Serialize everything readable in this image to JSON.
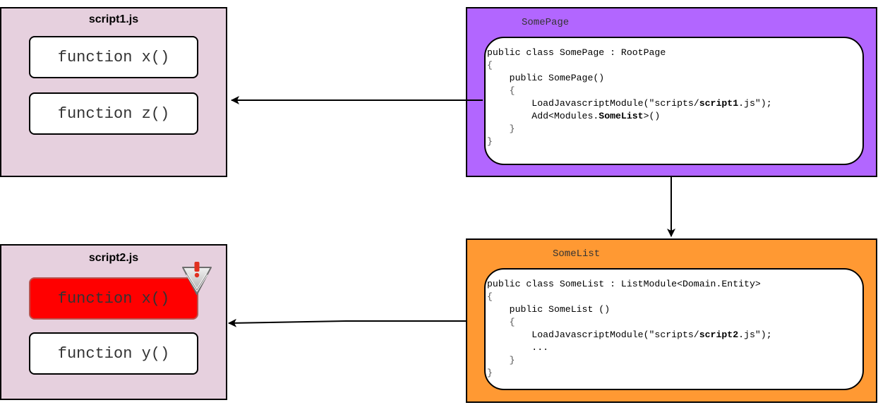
{
  "script1": {
    "title": "script1.js",
    "functions": [
      "function x()",
      "function z()"
    ]
  },
  "script2": {
    "title": "script2.js",
    "functions": [
      "function x()",
      "function y()"
    ],
    "error_function_index": 0
  },
  "some_page": {
    "label": "SomePage",
    "code": {
      "l1": "public class SomePage : RootPage",
      "l2": "{",
      "l3": "    public SomePage()",
      "l4": "    {",
      "l5a": "        LoadJavascriptModule(\"scripts/",
      "l5b": "script1",
      "l5c": ".js\");",
      "l6a": "        Add<Modules.",
      "l6b": "SomeList",
      "l6c": ">()",
      "l7": "    }",
      "l8": "}"
    }
  },
  "some_list": {
    "label": "SomeList",
    "code": {
      "l1": "public class SomeList : ListModule<Domain.Entity>",
      "l2": "{",
      "l3": "    public SomeList ()",
      "l4": "    {",
      "l5a": "        LoadJavascriptModule(\"scripts/",
      "l5b": "script2",
      "l5c": ".js\");",
      "l6": "        ...",
      "l7": "    }",
      "l8": "}"
    }
  },
  "colors": {
    "script_panel_bg": "#e6d0de",
    "some_page_bg": "#b266ff",
    "some_list_bg": "#ff9933",
    "error_fill": "#ff0000",
    "warning_icon": "#c0c0c0",
    "warning_mark": "#e03020"
  },
  "icons": {
    "warning": "warning-chevron-icon"
  }
}
